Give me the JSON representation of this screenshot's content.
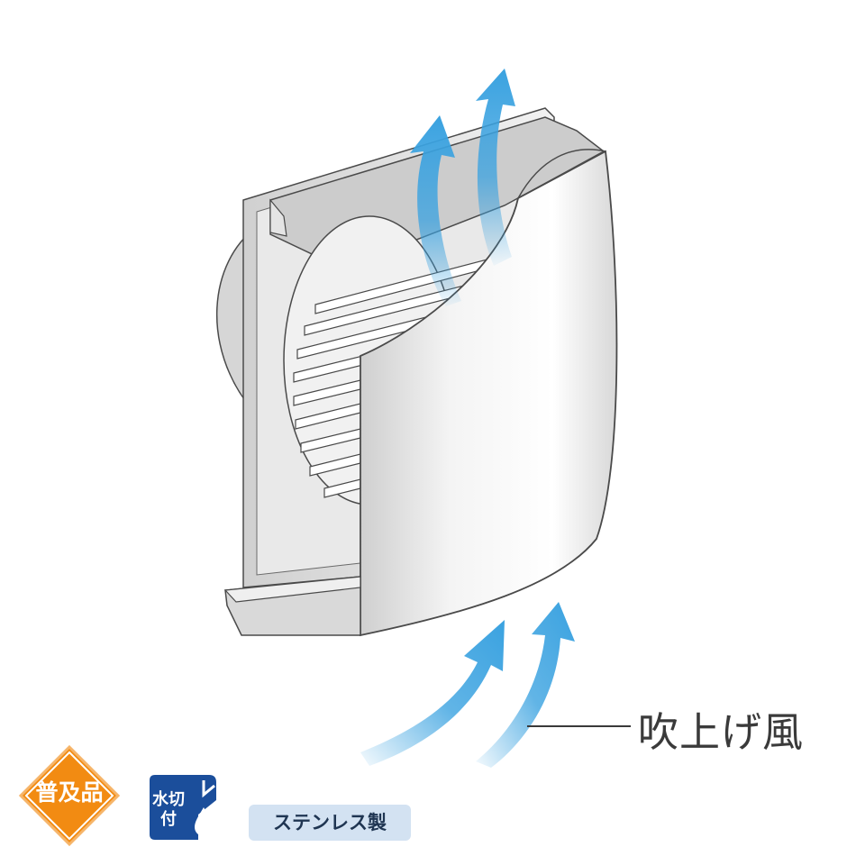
{
  "callout": {
    "label": "吹上げ風"
  },
  "badges": {
    "standard": {
      "label": "普及品",
      "color": "#f28b12",
      "border": "#ffffff"
    },
    "water_cutoff": {
      "line1": "水切",
      "line2": "付",
      "color": "#1b4e9b"
    }
  },
  "material": {
    "label": "ステンレス製",
    "bg": "#d3e2f2"
  },
  "colors": {
    "arrow_blue": "#3aa2e0",
    "body_gray": "#dcdcdc",
    "outline": "#4a4a4a"
  }
}
